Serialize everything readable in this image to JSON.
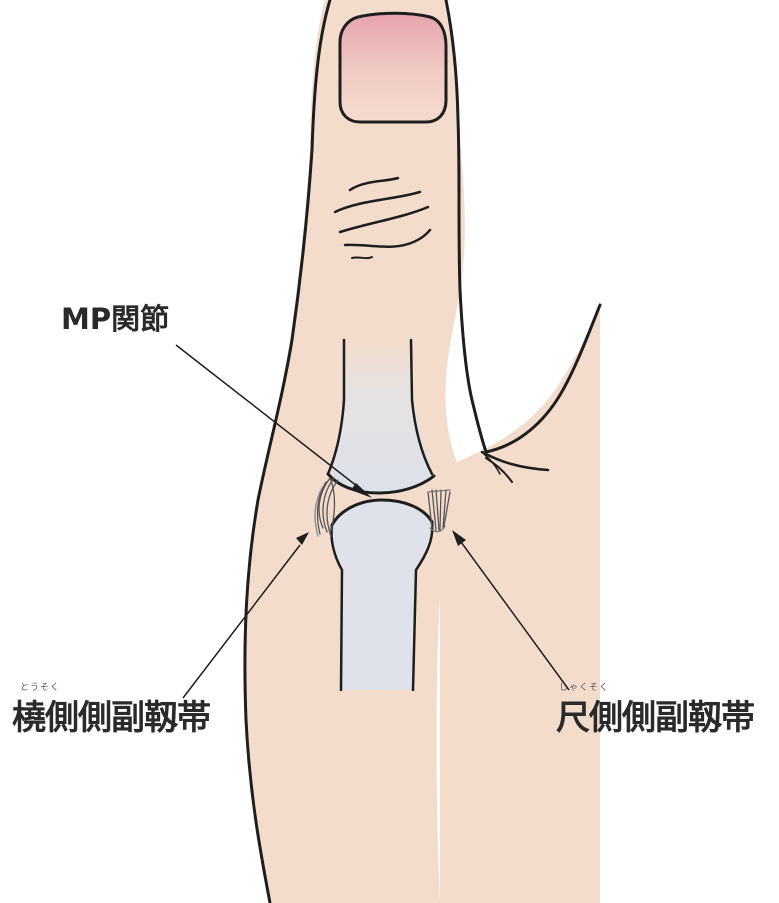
{
  "labels": {
    "mp_joint": "MP関節",
    "radial_ligament": "橈側側副靱帯",
    "radial_ligament_ruby": "とうそく",
    "ulnar_ligament": "尺側側副靱帯",
    "ulnar_ligament_ruby": "しゃくそく"
  },
  "colors": {
    "skin": "#f3dccc",
    "nail": "#e6a3ad",
    "bone": "#dfe2ea",
    "outline": "#1e1e1e"
  }
}
